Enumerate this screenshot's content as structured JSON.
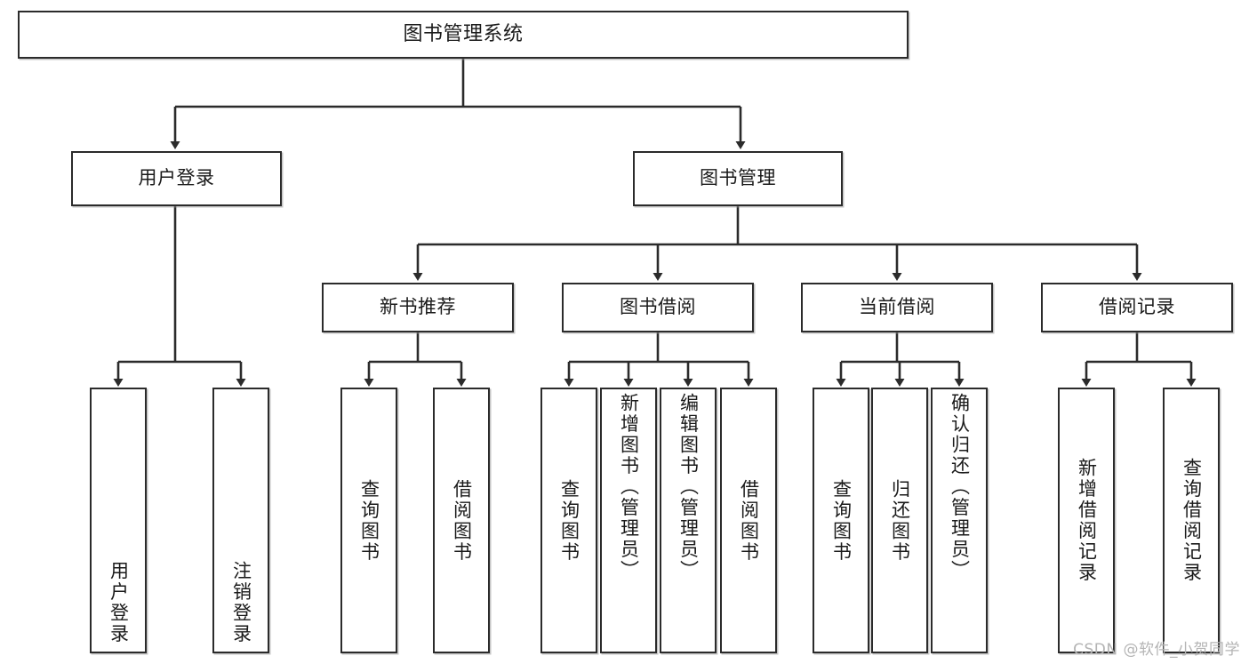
{
  "diagram": {
    "type": "tree-hierarchy",
    "title": "图书管理系统",
    "root": {
      "id": "root",
      "label": "图书管理系统"
    },
    "level2": [
      {
        "id": "user-login",
        "label": "用户登录"
      },
      {
        "id": "book-manage",
        "label": "图书管理"
      }
    ],
    "level3": [
      {
        "id": "new-book-rec",
        "label": "新书推荐",
        "parent": "book-manage"
      },
      {
        "id": "book-borrow",
        "label": "图书借阅",
        "parent": "book-manage"
      },
      {
        "id": "current-borrow",
        "label": "当前借阅",
        "parent": "book-manage"
      },
      {
        "id": "borrow-record",
        "label": "借阅记录",
        "parent": "book-manage"
      }
    ],
    "leaves": [
      {
        "id": "leaf-user-login",
        "label": "用户登录",
        "parent": "user-login"
      },
      {
        "id": "leaf-logout",
        "label": "注销登录",
        "parent": "user-login"
      },
      {
        "id": "leaf-query-book-1",
        "label": "查询图书",
        "parent": "new-book-rec"
      },
      {
        "id": "leaf-borrow-book-1",
        "label": "借阅图书",
        "parent": "new-book-rec"
      },
      {
        "id": "leaf-query-book-2",
        "label": "查询图书",
        "parent": "book-borrow"
      },
      {
        "id": "leaf-add-book",
        "label": "新增图书（管理员）",
        "parent": "book-borrow"
      },
      {
        "id": "leaf-edit-book",
        "label": "编辑图书（管理员）",
        "parent": "book-borrow"
      },
      {
        "id": "leaf-borrow-book-2",
        "label": "借阅图书",
        "parent": "book-borrow"
      },
      {
        "id": "leaf-query-book-3",
        "label": "查询图书",
        "parent": "current-borrow"
      },
      {
        "id": "leaf-return-book",
        "label": "归还图书",
        "parent": "current-borrow"
      },
      {
        "id": "leaf-confirm-return",
        "label": "确认归还（管理员）",
        "parent": "current-borrow"
      },
      {
        "id": "leaf-add-record",
        "label": "新增借阅记录",
        "parent": "borrow-record"
      },
      {
        "id": "leaf-query-record",
        "label": "查询借阅记录",
        "parent": "borrow-record"
      }
    ]
  },
  "watermark": {
    "text": "CSDN @软件_小贺同学"
  },
  "colors": {
    "box_border": "#2b2b2b",
    "box_fill": "#ffffff",
    "connector": "#2b2b2b",
    "text": "#1a1a1a",
    "watermark": "#b4b4b4"
  }
}
